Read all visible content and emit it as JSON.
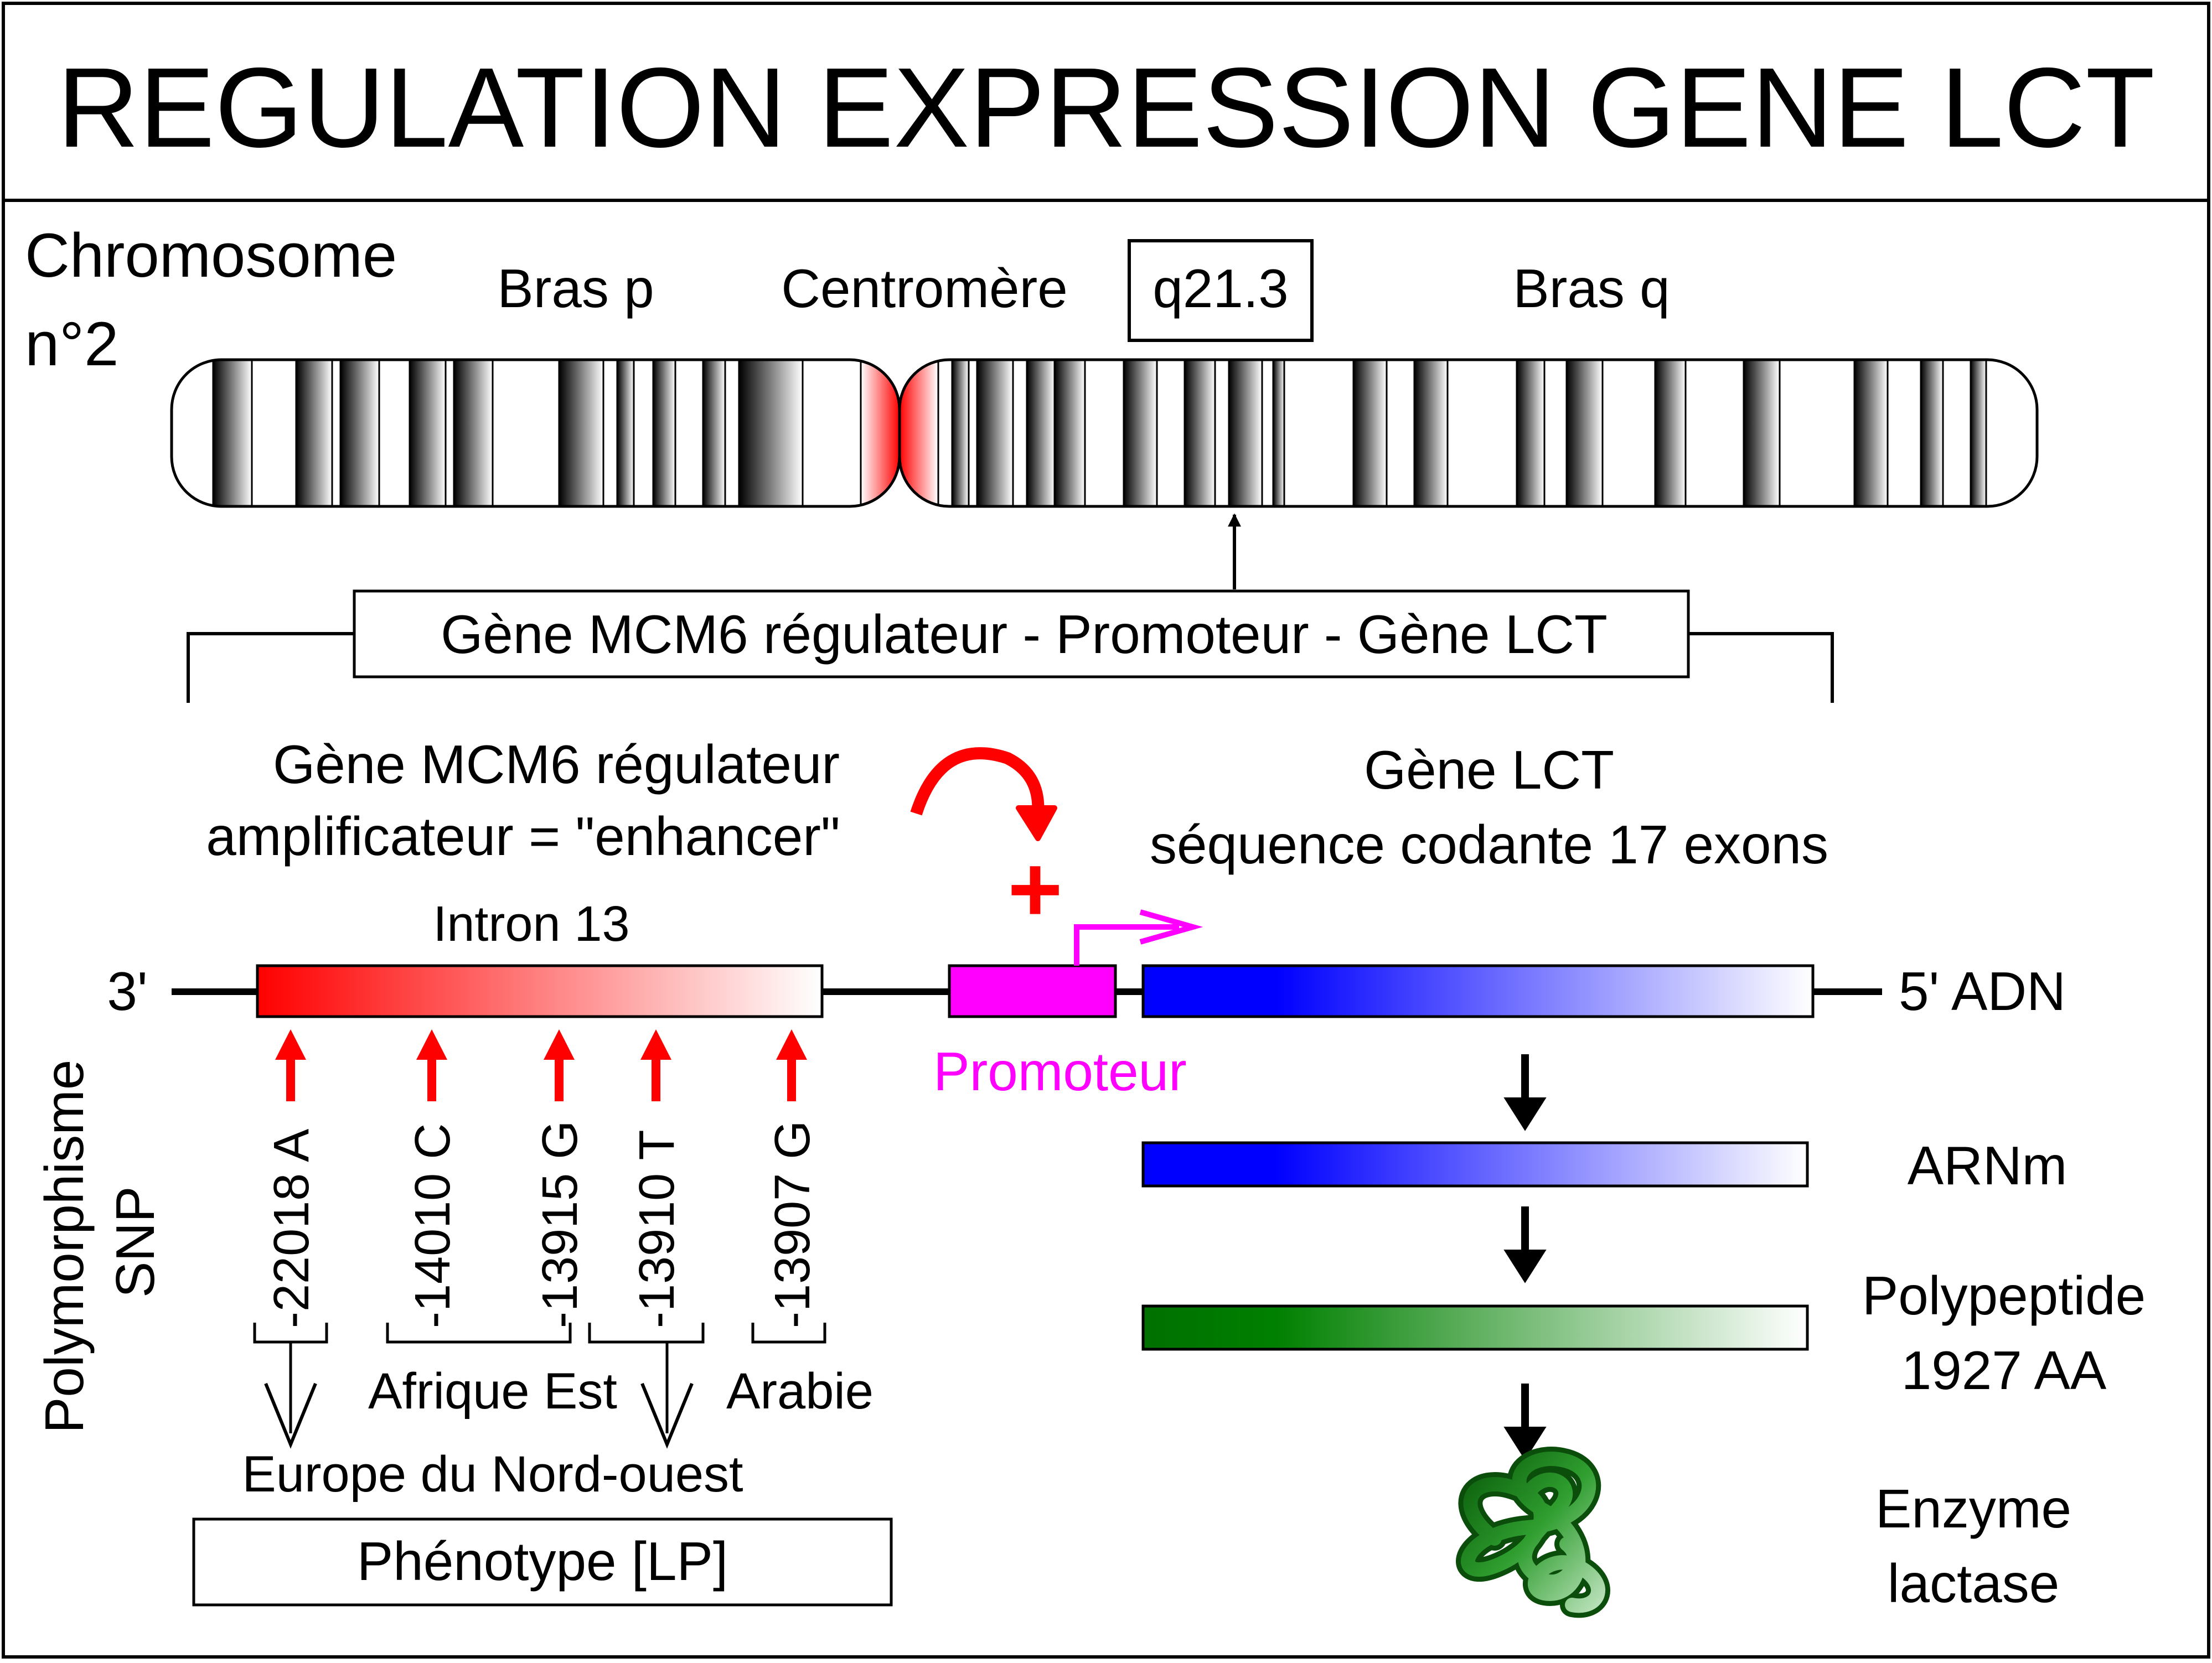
{
  "title": "REGULATION EXPRESSION GENE LCT",
  "chromosome": {
    "label_line1": "Chromosome",
    "label_line2": "n°2",
    "arm_p": "Bras p",
    "centromere": "Centromère",
    "band": "q21.3",
    "arm_q": "Bras q"
  },
  "region_label": "Gène MCM6 régulateur - Promoteur - Gène LCT",
  "enhancer": {
    "line1": "Gène MCM6 régulateur",
    "line2": "amplificateur =  \"enhancer\"",
    "intron": "Intron 13",
    "plus": "+"
  },
  "lct_gene": {
    "line1": "Gène LCT",
    "line2": "séquence codante 17 exons"
  },
  "dna": {
    "end3": "3'",
    "end5": "5'  ADN",
    "promoter": "Promoteur"
  },
  "snp": {
    "axis_line1": "Polymorphisme",
    "axis_line2": "SNP",
    "variants": [
      "-22018 A",
      "-14010 C",
      "-13915 G",
      "-13910 T",
      "-13907 G"
    ],
    "regions": [
      "Afrique Est",
      "Arabie",
      "Europe du Nord-ouest"
    ],
    "phenotype": "Phénotype [LP]"
  },
  "expression": {
    "mrna": "ARNm",
    "polypeptide_line1": "Polypeptide",
    "polypeptide_line2": "1927 AA",
    "enzyme_line1": "Enzyme",
    "enzyme_line2": "lactase"
  },
  "colors": {
    "enhancer_red": "#ff0000",
    "promoter_magenta": "#ff00ff",
    "mrna_blue": "#0000ff",
    "polypeptide_green": "#008000"
  }
}
